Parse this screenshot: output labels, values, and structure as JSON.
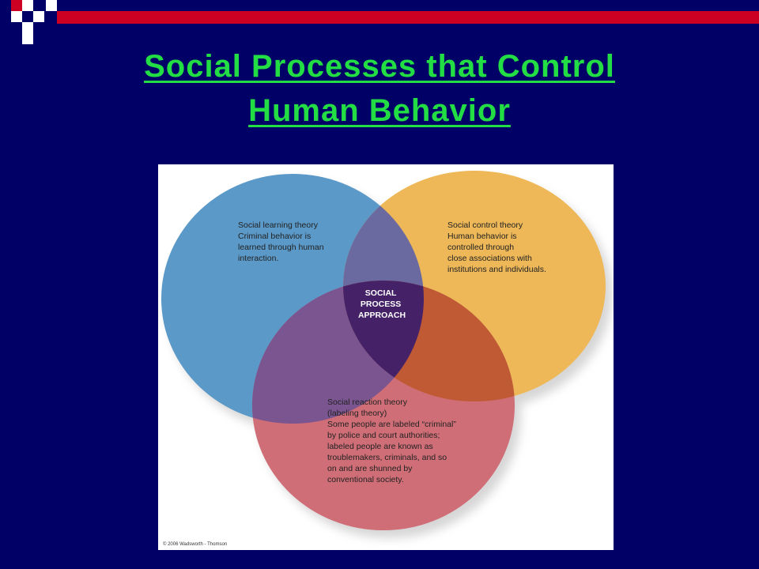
{
  "slide": {
    "title_line1": "Social Processes that Control",
    "title_line2": "Human Behavior",
    "colors": {
      "background": "#000066",
      "title": "#22dd44",
      "learning_circle": "#5b99c8",
      "control_circle": "#eeb858",
      "reaction_circle": "#cf6e76",
      "center": "#452268"
    }
  },
  "diagram": {
    "center_lines": [
      "SOCIAL",
      "PROCESS",
      "APPROACH"
    ],
    "learning": {
      "heading": "Social learning theory",
      "lines": [
        "Criminal behavior is",
        "learned through human",
        "interaction."
      ]
    },
    "control": {
      "heading": "Social control theory",
      "lines": [
        "Human behavior is",
        "controlled through",
        "close associations with",
        "institutions and individuals."
      ]
    },
    "reaction": {
      "heading_lines": [
        "Social reaction theory",
        "(labeling theory)"
      ],
      "lines": [
        "Some people are labeled “criminal”",
        "by police and court authorities;",
        "labeled people are known as",
        "troublemakers, criminals, and so",
        "on and are shunned by",
        "conventional society."
      ]
    },
    "copyright": "© 2006 Wadsworth - Thomson"
  }
}
